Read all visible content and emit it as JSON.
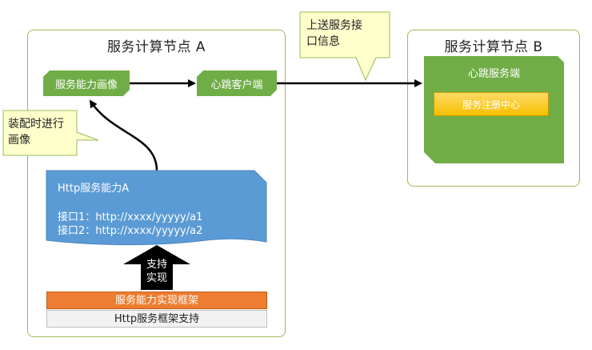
{
  "nodeA": {
    "title": "服务计算节点 A",
    "profile_box": "服务能力画像",
    "heartbeat_client": "心跳客户端",
    "callout_assemble": "装配时进行\n画像",
    "http_block": {
      "title": "Http服务能力A",
      "api1": "接口1：http://xxxx/yyyyy/a1",
      "api2": "接口2：http://xxxx/yyyyy/a2"
    },
    "support_arrow_label": "支持\n实现",
    "framework_bar": "服务能力实现框架",
    "http_support_bar": "Http服务框架支持"
  },
  "nodeB": {
    "title": "服务计算节点 B",
    "heartbeat_server": "心跳服务端",
    "registry": "服务注册中心"
  },
  "callout_upload": "上送服务接\n口信息",
  "colors": {
    "panel_border": "#9bbb59",
    "green": "#70ad47",
    "blue": "#5b9bd5",
    "orange": "#ed7d31",
    "yellow_callout": "#ffffcc",
    "registry_gold": "#f5c000"
  }
}
